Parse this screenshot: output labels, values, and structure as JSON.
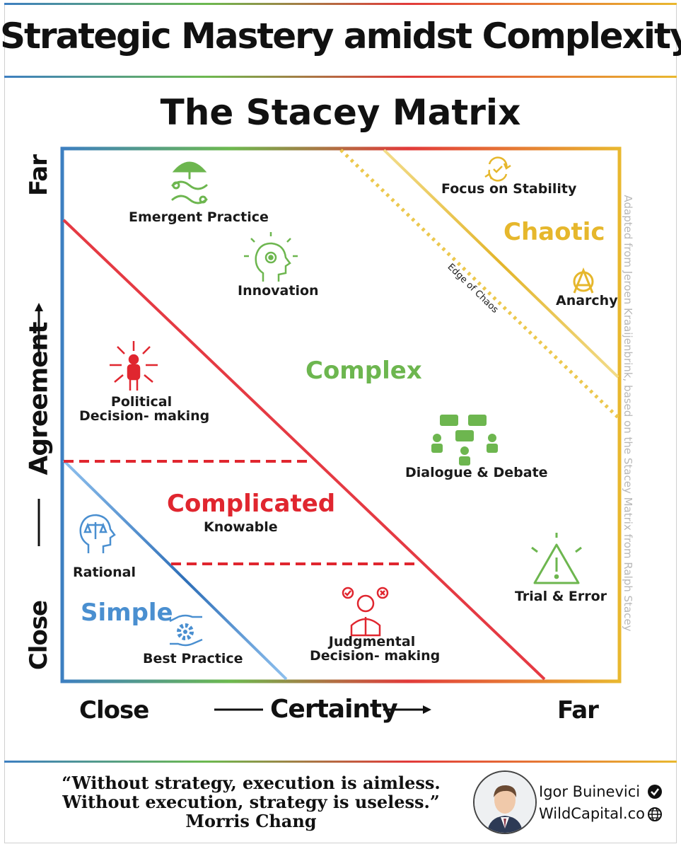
{
  "header": {
    "title": "Strategic Mastery amidst Complexity"
  },
  "matrix": {
    "title": "The Stacey Matrix",
    "y_axis": {
      "label": "Agreement",
      "close": "Close",
      "far": "Far"
    },
    "x_axis": {
      "label": "Certainty",
      "close": "Close",
      "far": "Far"
    },
    "zones": {
      "simple": "Simple",
      "complicated": "Complicated",
      "complicated_sub": "Knowable",
      "complex": "Complex",
      "chaotic": "Chaotic"
    },
    "edge_of_chaos": "Edge of Chaos",
    "items": {
      "emergent_practice": "Emergent Practice",
      "innovation": "Innovation",
      "focus_on_stability": "Focus on Stability",
      "anarchy": "Anarchy",
      "political_line1": "Political",
      "political_line2": "Decision- making",
      "dialogue_debate": "Dialogue &  Debate",
      "rational": "Rational",
      "trial_error": "Trial & Error",
      "best_practice": "Best Practice",
      "judgmental_line1": "Judgmental",
      "judgmental_line2": "Decision- making"
    },
    "credit": "Adapted from Jeroen Kraaijenbrink, based on the Stacey Matrix from Ralph Stacey"
  },
  "footer": {
    "quote_line1": "“Without strategy, execution is aimless.",
    "quote_line2": "Without execution, strategy is useless.”",
    "quote_author": "Morris Chang",
    "author_name": "Igor Buinevici",
    "author_site": "WildCapital.co"
  },
  "colors": {
    "simple": "#4a8fd0",
    "complicated": "#e0262f",
    "complex": "#6db64f",
    "chaotic": "#e6b72c"
  },
  "icons": [
    "umbrella-wrench-icon",
    "head-gear-icon",
    "refresh-check-icon",
    "anarchy-icon",
    "person-arrows-icon",
    "people-chat-icon",
    "head-scales-icon",
    "warning-triangle-icon",
    "hand-gear-icon",
    "person-choices-icon",
    "verified-check-icon",
    "globe-icon"
  ]
}
